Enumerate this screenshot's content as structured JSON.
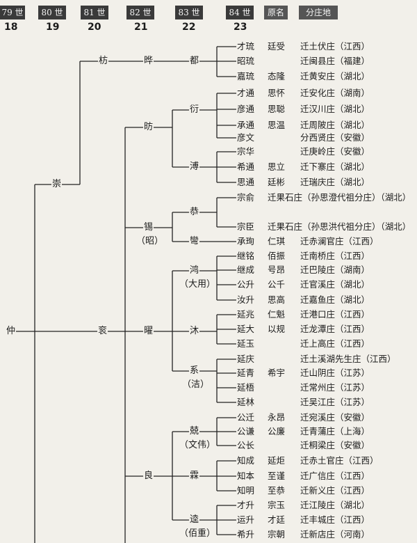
{
  "header": {
    "generations": [
      {
        "label": "79 世",
        "num": "18"
      },
      {
        "label": "80 世",
        "num": "19"
      },
      {
        "label": "81 世",
        "num": "20"
      },
      {
        "label": "82 世",
        "num": "21"
      },
      {
        "label": "83 世",
        "num": "22"
      },
      {
        "label": "84 世",
        "num": "23"
      }
    ],
    "original_name": "原名",
    "branch_place": "分庄地"
  },
  "tree": {
    "g18": "仲",
    "g19": [
      "崇",
      "衮"
    ],
    "g20": [
      "枋",
      "昉",
      "锡",
      "曜",
      "良"
    ],
    "g20_notes": {
      "xi": "（昭）"
    },
    "g21": [
      "晔",
      "衍",
      "溥",
      "恭",
      "彎",
      "鸿",
      "沐",
      "系",
      "兢",
      "霖",
      "逵"
    ],
    "g21_notes": {
      "hong": "（大用）",
      "xi": "（洁）",
      "jing": "（文伟）",
      "kui": "（佰重）"
    },
    "g22": "都"
  },
  "rows": [
    {
      "name": "才琉",
      "orig": "廷受",
      "place": "迁土伏庄（江西）"
    },
    {
      "name": "昭琉",
      "orig": "",
      "place": "迁闽县庄（福建）"
    },
    {
      "name": "嘉琉",
      "orig": "态隆",
      "place": "迁黄安庄（湖北）"
    },
    {
      "name": "才通",
      "orig": "思怀",
      "place": "迁安化庄（湖南）"
    },
    {
      "name": "彦通",
      "orig": "思聪",
      "place": "迁汉川庄（湖北）"
    },
    {
      "name": "承通",
      "orig": "思温",
      "place": "迁周陂庄（湖北）"
    },
    {
      "name": "彦文",
      "orig": "",
      "place": "分西贤庄（安徽）"
    },
    {
      "name": "宗华",
      "orig": "",
      "place": "迁庚岭庄（安徽）"
    },
    {
      "name": "希通",
      "orig": "思立",
      "place": "迁下寨庄（湖北）"
    },
    {
      "name": "思通",
      "orig": "廷彬",
      "place": "迁瑞庆庄（湖北）"
    },
    {
      "name": "宗俞",
      "orig": "",
      "place": "迁果石庄（孙思澄代祖分庄）（湖北）"
    },
    {
      "name": "",
      "orig": "",
      "place": ""
    },
    {
      "name": "宗臣",
      "orig": "",
      "place": "迁果石庄（孙思洪代祖分庄）（湖北）"
    },
    {
      "name": "承珣",
      "orig": "仁琪",
      "place": "迁赤澜官庄（江西）"
    },
    {
      "name": "继铭",
      "orig": "佰振",
      "place": "迁南桥庄（江西）"
    },
    {
      "name": "继成",
      "orig": "号昂",
      "place": "迁巴陵庄（湖南）"
    },
    {
      "name": "公升",
      "orig": "公千",
      "place": "迁官溪庄（湖北）"
    },
    {
      "name": "汝升",
      "orig": "思高",
      "place": "迁嘉鱼庄（湖北）"
    },
    {
      "name": "延兆",
      "orig": "仁魁",
      "place": "迁港口庄（江西）"
    },
    {
      "name": "延大",
      "orig": "以规",
      "place": "迁龙潭庄（江西）"
    },
    {
      "name": "延玉",
      "orig": "",
      "place": "迁上高庄（江西）"
    },
    {
      "name": "延庆",
      "orig": "",
      "place": "迁土溪湖先生庄（江西）"
    },
    {
      "name": "延青",
      "orig": "希宇",
      "place": "迁山阴庄（江苏）"
    },
    {
      "name": "延梧",
      "orig": "",
      "place": "迁常州庄（江苏）"
    },
    {
      "name": "延林",
      "orig": "",
      "place": "迁吴江庄（江苏）"
    },
    {
      "name": "公迁",
      "orig": "永昂",
      "place": "迁宛溪庄（安徽）"
    },
    {
      "name": "公谦",
      "orig": "公廉",
      "place": "迁青蒲庄（上海）"
    },
    {
      "name": "公长",
      "orig": "",
      "place": "迁桐梁庄（安徽）"
    },
    {
      "name": "知成",
      "orig": "延炬",
      "place": "迁赤土官庄（江西）"
    },
    {
      "name": "知本",
      "orig": "至谨",
      "place": "迁广信庄（江西）"
    },
    {
      "name": "知明",
      "orig": "至恭",
      "place": "迁新义庄（江西）"
    },
    {
      "name": "才升",
      "orig": "宗玉",
      "place": "迁江陵庄（湖北）"
    },
    {
      "name": "运升",
      "orig": "才廷",
      "place": "迁丰城庄（江西）"
    },
    {
      "name": "希升",
      "orig": "宗朝",
      "place": "迁新店庄（河南）"
    }
  ],
  "colors": {
    "header_bg": "#3a3a3a",
    "paper": "#f2f0ea",
    "ink": "#1b1b1b"
  }
}
